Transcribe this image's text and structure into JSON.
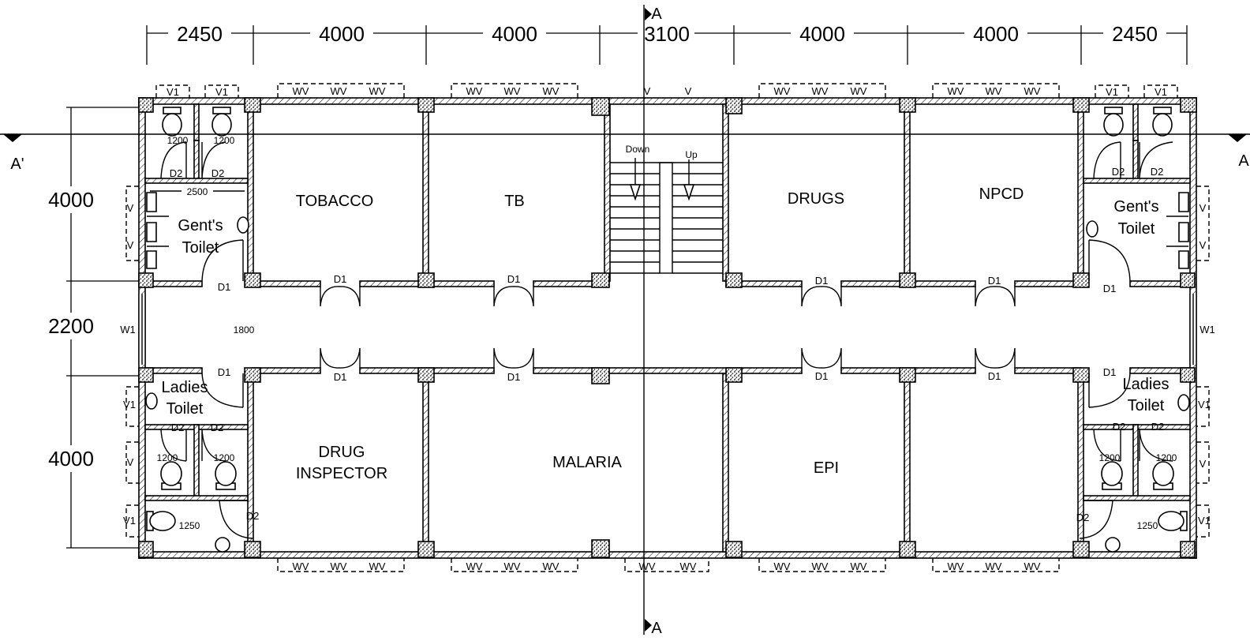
{
  "dimensions": {
    "top": [
      "2450",
      "4000",
      "4000",
      "3100",
      "4000",
      "4000",
      "2450"
    ],
    "left": [
      "4000",
      "2200",
      "4000"
    ],
    "toilet_partition_width": "2500",
    "cubicle_widths": [
      "1200",
      "1200"
    ],
    "corridor_door_width": "1800",
    "small_toilet_width": "1250"
  },
  "rooms": {
    "tobacco": "TOBACCO",
    "tb": "TB",
    "drugs": "DRUGS",
    "npcd": "NPCD",
    "drug_inspector_line1": "DRUG",
    "drug_inspector_line2": "INSPECTOR",
    "malaria": "MALARIA",
    "epi": "EPI",
    "gents_toilet_line1": "Gent's",
    "gents_toilet_line2": "Toilet",
    "ladies_toilet_line1": "Ladies",
    "ladies_toilet_line2": "Toilet"
  },
  "labels": {
    "door_main": "D1",
    "door_toilet": "D2",
    "window_wide": "WV",
    "window_vent": "V",
    "window_vent1": "V1",
    "window_end": "W1",
    "stair_down": "Down",
    "stair_up": "Up",
    "section_a": "A",
    "section_a_prime": "A'"
  }
}
